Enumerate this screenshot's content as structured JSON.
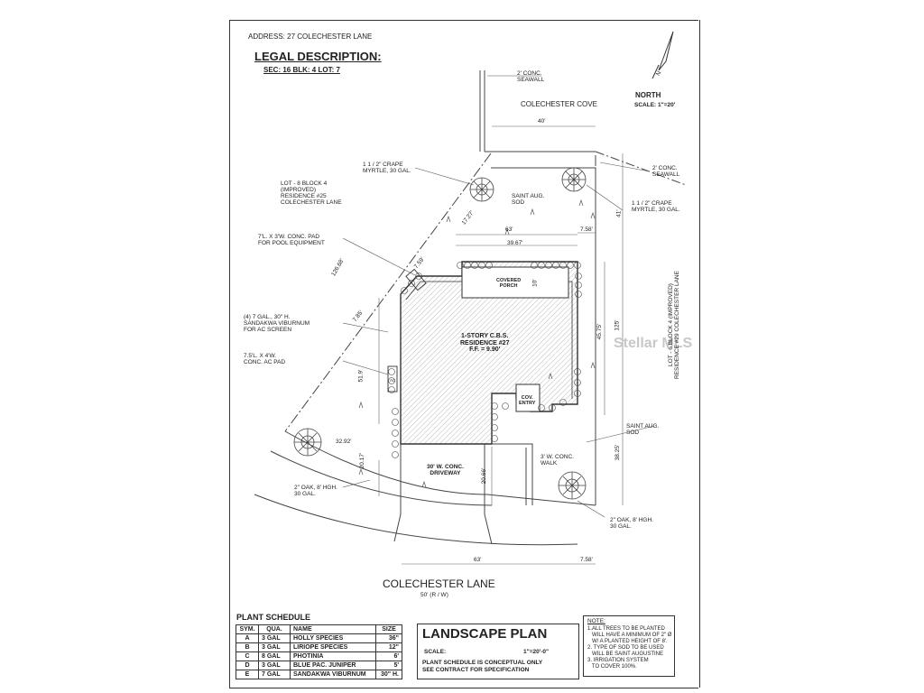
{
  "address": "ADDRESS: 27 COLECHESTER LANE",
  "legal": {
    "title": "LEGAL DESCRIPTION:",
    "sub": "SEC: 16  BLK: 4  LOT: 7"
  },
  "north": {
    "label": "NORTH",
    "scale": "SCALE: 1\"=20'",
    "arrow_letter": "N"
  },
  "streets": {
    "cove": "COLECHESTER COVE",
    "lane": "COLECHESTER LANE",
    "lane_row": "50' (R / W)"
  },
  "watermark": "Stellar MLS",
  "labels": {
    "seawall_top": "2' CONC.\nSEAWALL",
    "seawall_right": "2' CONC.\nSEAWALL",
    "crape_left": "1 1 / 2\" CRAPE\nMYRTLE, 30 GAL.",
    "crape_right": "1 1 / 2\" CRAPE\nMYRTLE, 30 GAL.",
    "lot8": "LOT - 8 BLOCK 4\n(IMPROVED)\nRESIDENCE #25\nCOLECHESTER LANE",
    "pad_pool": "7'L. X 3'W. CONC. PAD\nFOR POOL EQUIPMENT",
    "viburnum": "(4) 7 GAL., 30\" H.\nSANDAKWA VIBURNUM\nFOR AC SCREEN",
    "ac_pad": "7.5'L. X 4'W.\nCONC. AC PAD",
    "oak_left": "2\" OAK, 8' HGH.\n30 GAL.",
    "oak_right": "2\" OAK, 8' HGH.\n30 GAL.",
    "sod_top": "SAINT AUG.\nSOD",
    "sod_right": "SAINT AUG.\nSOD",
    "lot6": "LOT - 6 BLOCK 4 (IMPROVED)\nRESIDENCE #29 COLECHESTER LANE",
    "porch": "COVERED\nPORCH",
    "residence": "1-STORY C.B.S.\nRESIDENCE #27\nF.F. = 9.90'",
    "entry": "COV.\nENTRY",
    "driveway": "30' W. CONC.\nDRIVEWAY",
    "walk": "3' W. CONC.\nWALK",
    "ac": "AC"
  },
  "dimensions": {
    "d40": "40'",
    "d63a": "63'",
    "d758a": "7.58'",
    "d3967": "39.67'",
    "d1727": "17.27'",
    "d759": "7.59'",
    "d785": "7.85'",
    "d12668": "126.68'",
    "d519": "51.9'",
    "d3292": "32.92'",
    "d2017": "20.17'",
    "d2066": "20.66'",
    "d41": "41'",
    "d4575": "45.75'",
    "d125": "125'",
    "d3825": "38.25'",
    "d10": "10'",
    "d63b": "63'",
    "d758b": "7.58'"
  },
  "schedule": {
    "title": "PLANT SCHEDULE",
    "headers": [
      "SYM.",
      "QUA.",
      "NAME",
      "SIZE"
    ],
    "rows": [
      [
        "A",
        "3 GAL",
        "HOLLY SPECIES",
        "36\""
      ],
      [
        "B",
        "3 GAL",
        "LIRIOPE SPECIES",
        "12\""
      ],
      [
        "C",
        "8 GAL",
        "PHOTINIA",
        "6'"
      ],
      [
        "D",
        "3 GAL",
        "BLUE PAC. JUNIPER",
        "5'"
      ],
      [
        "E",
        "7 GAL",
        "SANDAKWA VIBURNUM",
        "30\" H."
      ]
    ]
  },
  "plan_title": {
    "title": "LANDSCAPE PLAN",
    "scale_label": "SCALE:",
    "scale_value": "1\"=20'-0\"",
    "note1": "PLANT SCHEDULE IS CONCEPTUAL ONLY",
    "note2": "SEE CONTRACT FOR SPECIFICATION"
  },
  "notes": {
    "title": "NOTE:",
    "lines": [
      "1.ALL TREES TO BE PLANTED",
      "   WILL HAVE A MINIMUM OF 2\" Ø",
      "   W/ A PLANTED HEIGHT OF 8'.",
      "2. TYPE OF SOD TO BE USED",
      "   WILL BE SAINT AUGUSTINE",
      "3. IRRIGATION SYSTEM",
      "   TO COVER 100%."
    ]
  }
}
